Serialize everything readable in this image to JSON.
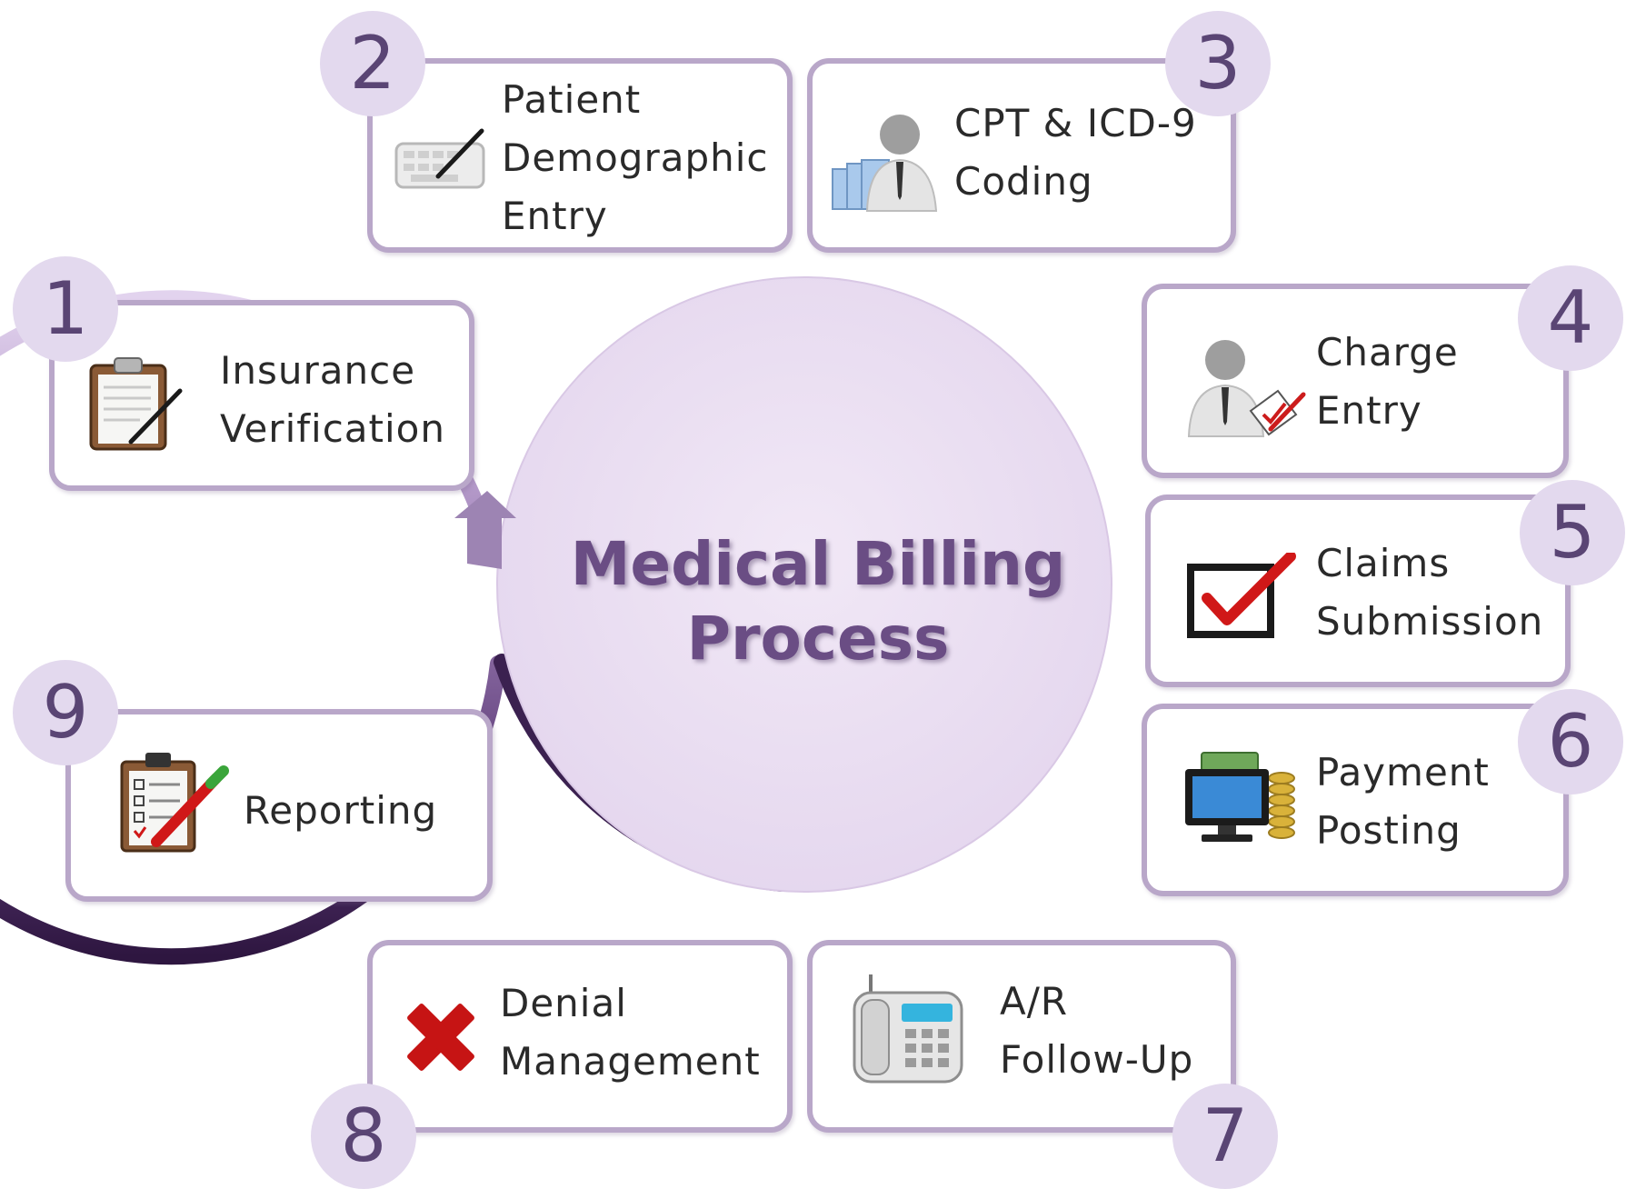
{
  "hub": {
    "title_lines": [
      "Medical Billing",
      "Process"
    ]
  },
  "colors": {
    "box_border": "#b9a7c9",
    "number_badge": "#e3d9ee",
    "number_text": "#5a4574",
    "hub_fill": "#ebe0f1",
    "ring_light": "#d8c7e6",
    "ring_dark": "#3b2150",
    "title_text": "#6a4d84"
  },
  "steps": [
    {
      "number": "1",
      "lines": [
        "Insurance",
        "Verification"
      ],
      "icon": "clipboard-pen-icon"
    },
    {
      "number": "2",
      "lines": [
        "Patient",
        "Demographic",
        "Entry"
      ],
      "icon": "keyboard-pen-icon"
    },
    {
      "number": "3",
      "lines": [
        "CPT & ICD-9",
        "Coding"
      ],
      "icon": "coder-folders-icon"
    },
    {
      "number": "4",
      "lines": [
        "Charge",
        "Entry"
      ],
      "icon": "person-checklist-icon"
    },
    {
      "number": "5",
      "lines": [
        "Claims",
        "Submission"
      ],
      "icon": "checkbox-check-icon"
    },
    {
      "number": "6",
      "lines": [
        "Payment",
        "Posting"
      ],
      "icon": "computer-money-icon"
    },
    {
      "number": "7",
      "lines": [
        "A/R",
        "Follow-Up"
      ],
      "icon": "telephone-icon"
    },
    {
      "number": "8",
      "lines": [
        "Denial",
        "Management"
      ],
      "icon": "red-x-icon"
    },
    {
      "number": "9",
      "lines": [
        "Reporting"
      ],
      "icon": "checklist-clipboard-icon"
    }
  ]
}
